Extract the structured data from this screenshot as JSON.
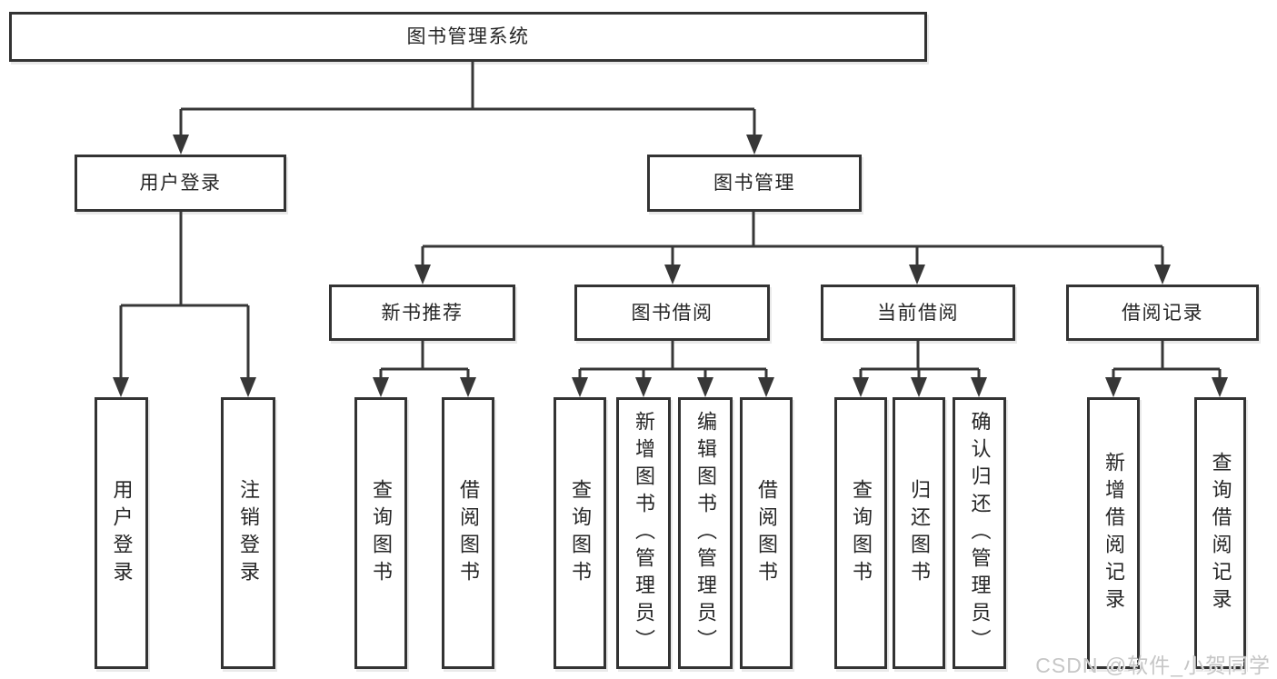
{
  "colors": {
    "background": "#ffffff",
    "line": "#373737",
    "box_border": "#333333",
    "text": "#262626",
    "watermark": "#c6c6c6"
  },
  "watermark": {
    "text": "CSDN @软件_小贺同学"
  },
  "diagram": {
    "tree": {
      "label": "图书管理系统",
      "children": [
        {
          "label": "用户登录",
          "children": [
            {
              "label": "用户登录"
            },
            {
              "label": "注销登录"
            }
          ]
        },
        {
          "label": "图书管理",
          "children": [
            {
              "label": "新书推荐",
              "children": [
                {
                  "label": "查询图书"
                },
                {
                  "label": "借阅图书"
                }
              ]
            },
            {
              "label": "图书借阅",
              "children": [
                {
                  "label": "查询图书"
                },
                {
                  "label": "新增图书（管理员）"
                },
                {
                  "label": "编辑图书（管理员）"
                },
                {
                  "label": "借阅图书"
                }
              ]
            },
            {
              "label": "当前借阅",
              "children": [
                {
                  "label": "查询图书"
                },
                {
                  "label": "归还图书"
                },
                {
                  "label": "确认归还（管理员）"
                }
              ]
            },
            {
              "label": "借阅记录",
              "children": [
                {
                  "label": "新增借阅记录"
                },
                {
                  "label": "查询借阅记录"
                }
              ]
            }
          ]
        }
      ]
    }
  }
}
